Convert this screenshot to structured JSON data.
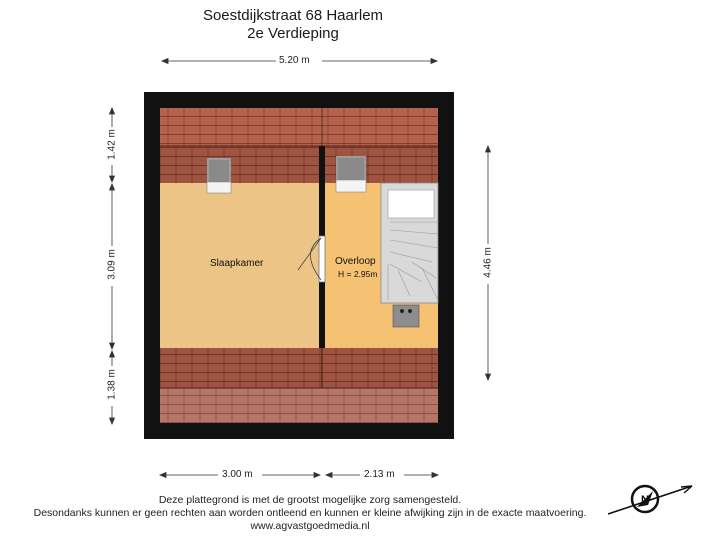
{
  "header": {
    "address": "Soestdijkstraat 68 Haarlem",
    "floor": "2e Verdieping"
  },
  "dimensions": {
    "top_width": "5.20 m",
    "left_top": "1.42 m",
    "left_middle": "3.09 m",
    "left_bottom": "1.38 m",
    "right_height": "4.46 m",
    "bottom_left": "3.00 m",
    "bottom_right": "2.13 m"
  },
  "rooms": {
    "slaapkamer": {
      "label": "Slaapkamer"
    },
    "overloop": {
      "label": "Overloop",
      "height": "H = 2.95m"
    }
  },
  "footer": {
    "line1": "Deze plattegrond is met de grootst mogelijke zorg samengesteld.",
    "line2": "Desondanks kunnen er geen rechten aan worden ontleend en kunnen er kleine afwijking zijn in de exacte maatvoering.",
    "line3": "www.agvastgoedmedia.nl"
  },
  "colors": {
    "wall": "#111111",
    "roof_tile": "#b4624c",
    "roof_tile_dark": "#8e4a39",
    "bedroom_floor": "#ebc486",
    "landing_floor": "#f5c173",
    "stairs": "#dcdcdc"
  },
  "icons": {
    "compass": "north-compass-icon"
  }
}
